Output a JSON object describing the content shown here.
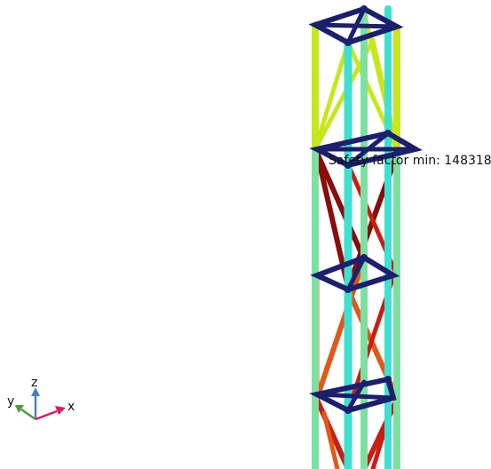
{
  "annotation": {
    "safety_factor_text": "Safety factor min: 148318"
  },
  "triad": {
    "x_label": "x",
    "y_label": "y",
    "z_label": "z",
    "colors": {
      "x": "#e0185a",
      "y": "#4a9e3a",
      "z": "#4a7fc0"
    }
  },
  "palette": {
    "horizontal_bracing": "#1c1f6e",
    "leg_front": "#3ee0d0",
    "leg_side": "#7ee0a0",
    "leg_top": "#c8e61e",
    "diag_top": "#c8e61e",
    "diag_dark_red": "#8a0c0c",
    "diag_red": "#c81e14",
    "diag_orange": "#e0581a"
  }
}
